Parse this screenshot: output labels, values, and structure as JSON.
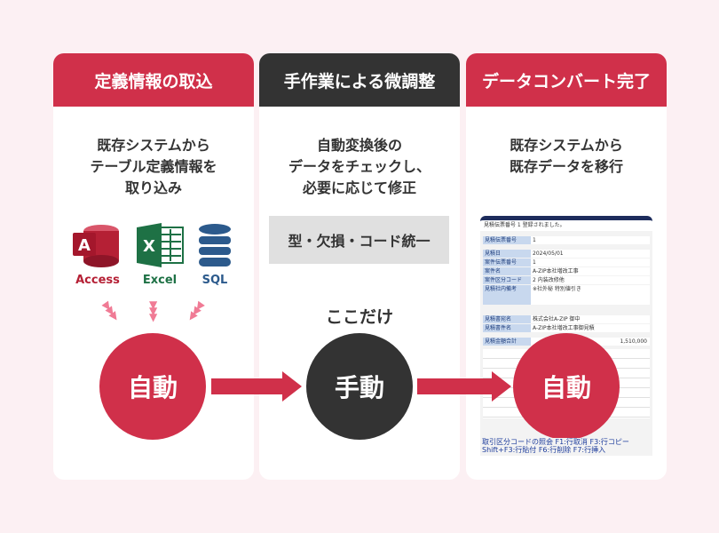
{
  "colors": {
    "accent": "#d0304a",
    "dark": "#333333",
    "background": "#fcf0f3"
  },
  "steps": [
    {
      "header": "定義情報の取込",
      "desc": [
        "既存システムから",
        "テーブル定義情報を",
        "取り込み"
      ],
      "circle": "自動"
    },
    {
      "header": "手作業による微調整",
      "desc": [
        "自動変換後の",
        "データをチェックし、",
        "必要に応じて修正"
      ],
      "box": "型・欠損・コード統一",
      "note": "ここだけ",
      "circle": "手動"
    },
    {
      "header": "データコンバート完了",
      "desc": [
        "既存システムから",
        "既存データを移行"
      ],
      "circle": "自動"
    }
  ],
  "sources": [
    {
      "label": "Access",
      "icon": "access-icon",
      "color": "#b52035"
    },
    {
      "label": "Excel",
      "icon": "excel-icon",
      "color": "#1e7145"
    },
    {
      "label": "SQL",
      "icon": "database-icon",
      "color": "#2c5a8c"
    }
  ],
  "form": {
    "message": "見積伝票番号 1 登録されました。",
    "fields": [
      {
        "label": "見積伝票番号",
        "value": "1"
      },
      {
        "label": "見積日",
        "value": "2024/05/01"
      },
      {
        "label": "案件伝票番号",
        "value": "1"
      },
      {
        "label": "案件名",
        "value": "A-ZIP本社増改工事"
      },
      {
        "label": "案件区分コード",
        "value": "2 内装改修他"
      },
      {
        "label": "見積社内備考",
        "value": "※社外秘 特別値引き"
      },
      {
        "label": "見積書宛名",
        "value": "株式会社A-ZIP 御中"
      },
      {
        "label": "見積書件名",
        "value": "A-ZIP本社増改工事御見積"
      },
      {
        "label": "見積金額合計",
        "value": "1,510,000"
      }
    ],
    "footer": "取引区分コードの照会 F1:行取消 F3:行コピー Shift+F3:行貼付 F6:行削除 F7:行挿入"
  }
}
